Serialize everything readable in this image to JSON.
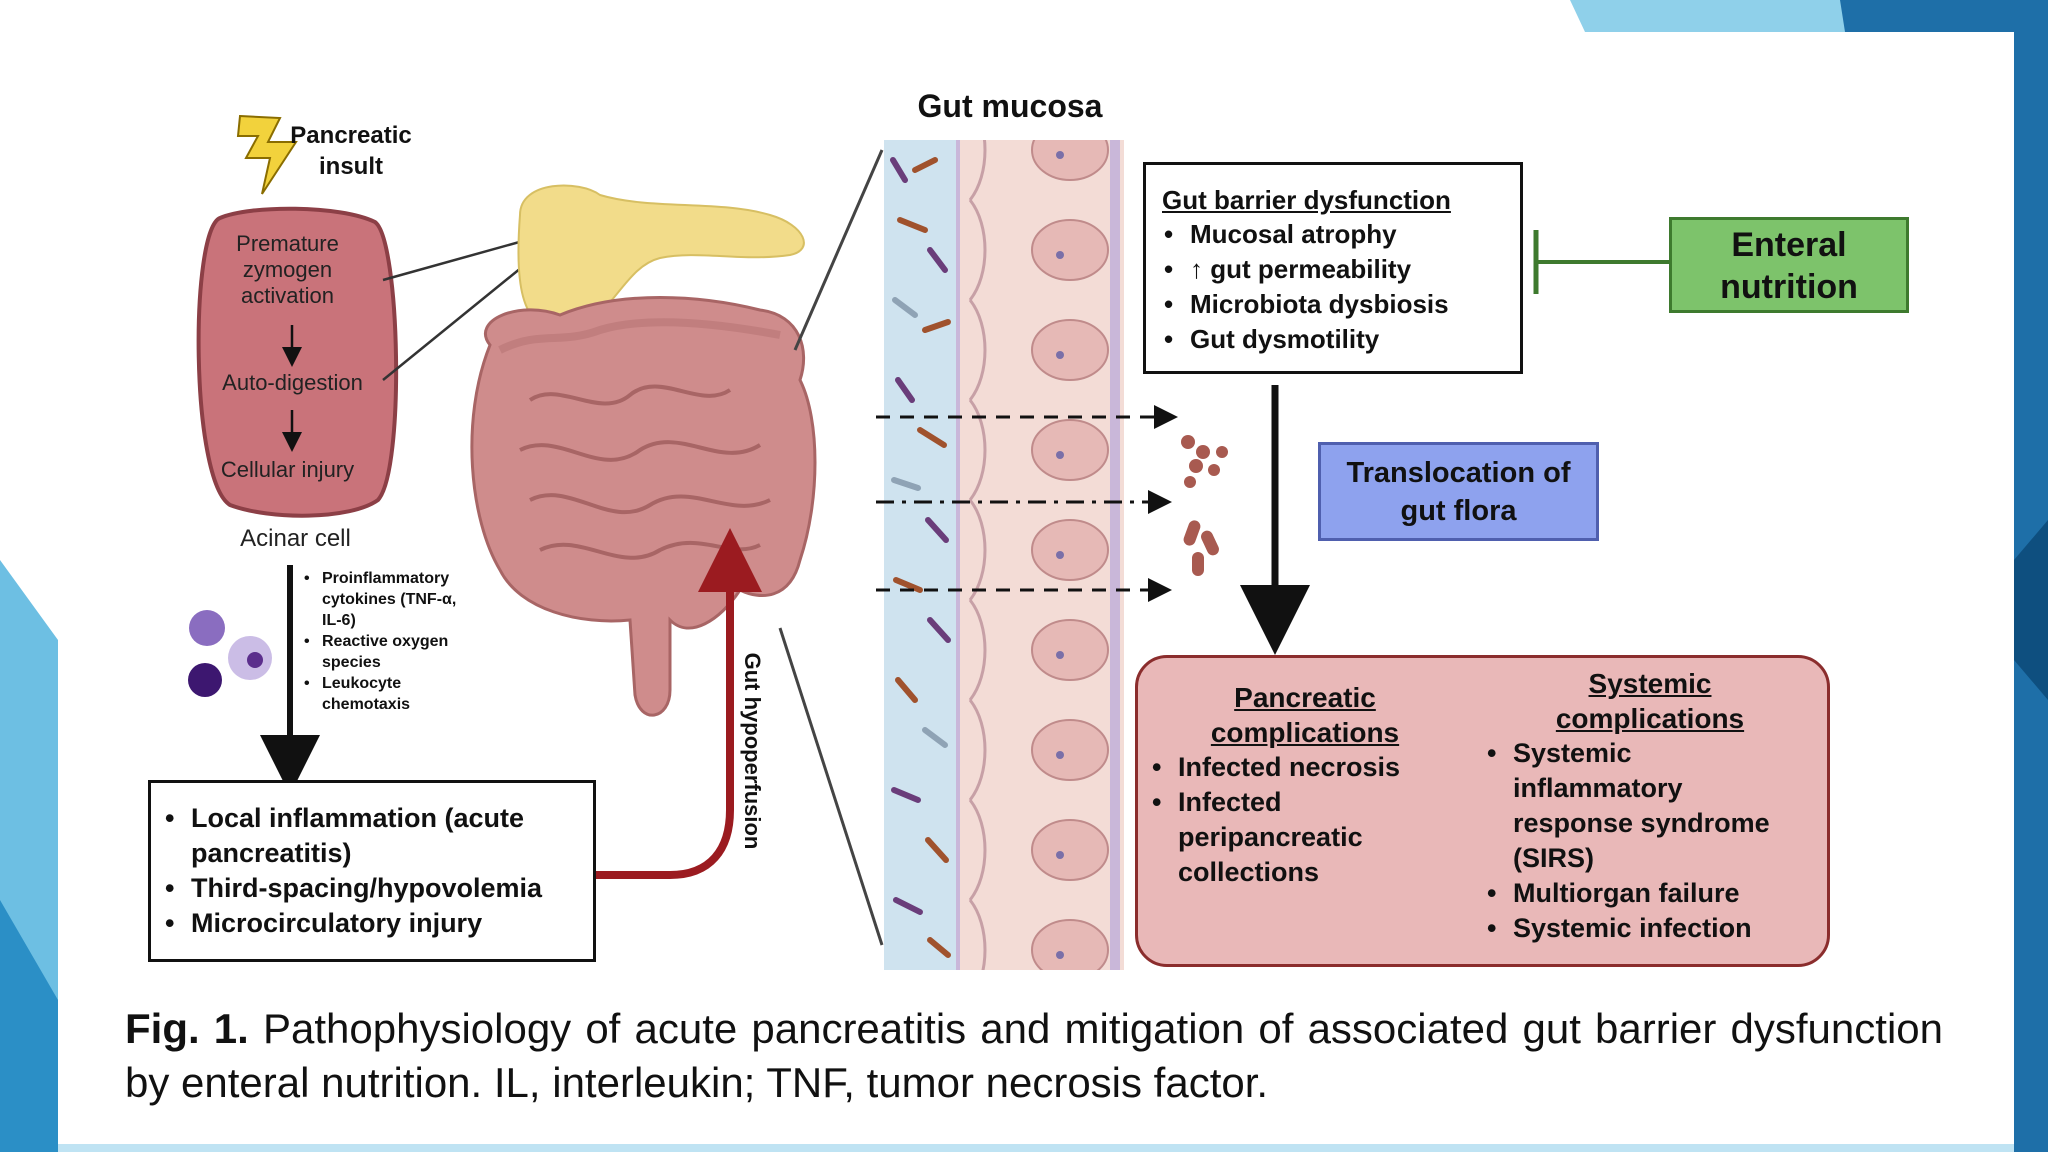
{
  "diagram": {
    "insult": {
      "line1": "Pancreatic",
      "line2": "insult"
    },
    "acinar": {
      "step1_line1": "Premature",
      "step1_line2": "zymogen",
      "step1_line3": "activation",
      "step2": "Auto-digestion",
      "step3": "Cellular injury",
      "label": "Acinar cell"
    },
    "mediators": [
      {
        "l1": "Proinflammatory",
        "l2": "cytokines (TNF-α,",
        "l3": "IL-6)"
      },
      {
        "l1": "Reactive oxygen",
        "l2": "species"
      },
      {
        "l1": "Leukocyte",
        "l2": "chemotaxis"
      }
    ],
    "local_effects": [
      {
        "l1": "Local inflammation (acute",
        "l2": "pancreatitis)"
      },
      {
        "l1": "Third-spacing/hypovolemia"
      },
      {
        "l1": "Microcirculatory injury"
      }
    ],
    "hypoperfusion_label": "Gut hypoperfusion",
    "mucosa_title": "Gut mucosa",
    "barrier": {
      "title": "Gut barrier dysfunction",
      "items": [
        "Mucosal atrophy",
        "↑ gut permeability",
        "Microbiota dysbiosis",
        "Gut dysmotility"
      ]
    },
    "enteral": {
      "line1": "Enteral",
      "line2": "nutrition"
    },
    "translocation": {
      "line1": "Translocation of",
      "line2": "gut flora"
    },
    "pancreatic_comp": {
      "title_l1": "Pancreatic",
      "title_l2": "complications",
      "items": [
        {
          "l1": "Infected necrosis"
        },
        {
          "l1": "Infected",
          "l2": "peripancreatic",
          "l3": "collections"
        }
      ]
    },
    "systemic_comp": {
      "title_l1": "Systemic",
      "title_l2": "complications",
      "items": [
        {
          "l1": "Systemic",
          "l2": "inflammatory",
          "l3": "response syndrome",
          "l4": "(SIRS)"
        },
        {
          "l1": "Multiorgan failure"
        },
        {
          "l1": "Systemic infection"
        }
      ]
    },
    "colors": {
      "acinar_fill": "#c9737a",
      "pancreas": "#f2dc8a",
      "intestine": "#cf8c8c",
      "red_arrow": "#9b1b20",
      "enteral_fill": "#7dc36b",
      "enteral_border": "#3e7a2e",
      "translocation_fill": "#8ea2ee",
      "complications_fill": "#e9b8b8",
      "complications_border": "#8b2d2d",
      "frame_blue": "#1f78b4",
      "frame_light": "#7cc8e8"
    }
  },
  "caption": {
    "fig": "Fig. 1.",
    "text": "Pathophysiology of acute pancreatitis and mitigation of associated gut barrier dysfunction by enteral nutrition. IL, interleukin; TNF, tumor necrosis factor."
  }
}
